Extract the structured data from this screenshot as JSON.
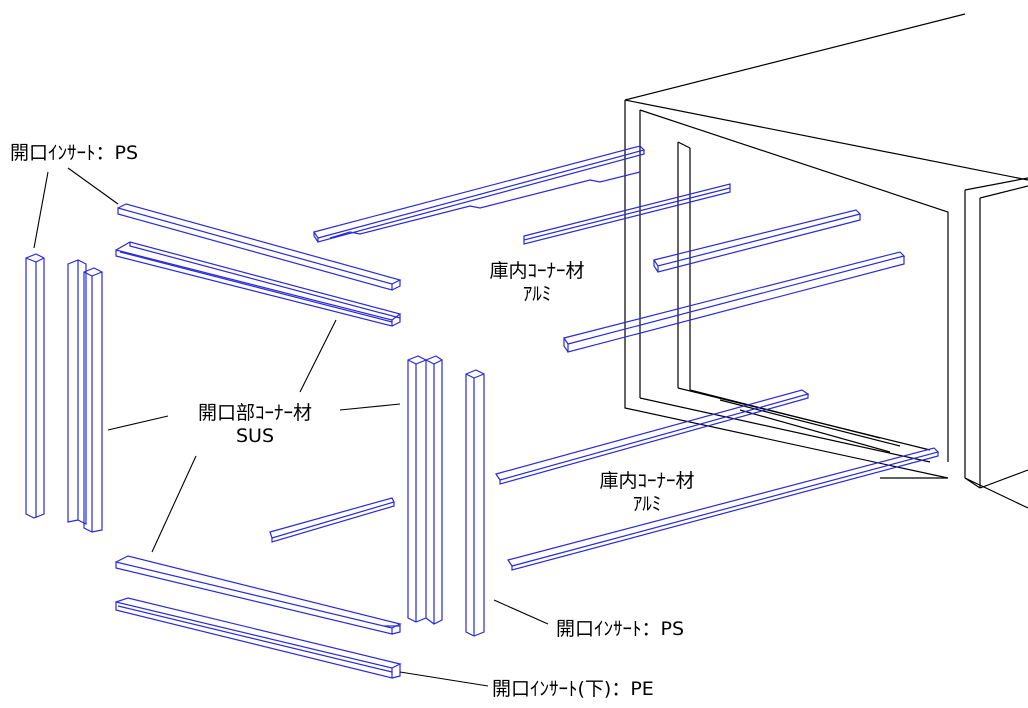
{
  "labels": {
    "insert_ps_top": "開口ｲﾝｻｰﾄ：PS",
    "interior_corner_upper_1": "庫内ｺｰﾅｰ材",
    "interior_corner_upper_2": "ｱﾙﾐ",
    "opening_corner_1": "開口部ｺｰﾅｰ材",
    "opening_corner_2": "SUS",
    "interior_corner_lower_1": "庫内ｺｰﾅｰ材",
    "interior_corner_lower_2": "ｱﾙﾐ",
    "insert_ps_bottom": "開口ｲﾝｻｰﾄ：PS",
    "insert_pe_bottom": "開口ｲﾝｻｰﾄ(下)：PE"
  },
  "colors": {
    "part_stroke": "#2a2ad8",
    "cabinet_stroke": "#000000",
    "leader_stroke": "#000000"
  }
}
